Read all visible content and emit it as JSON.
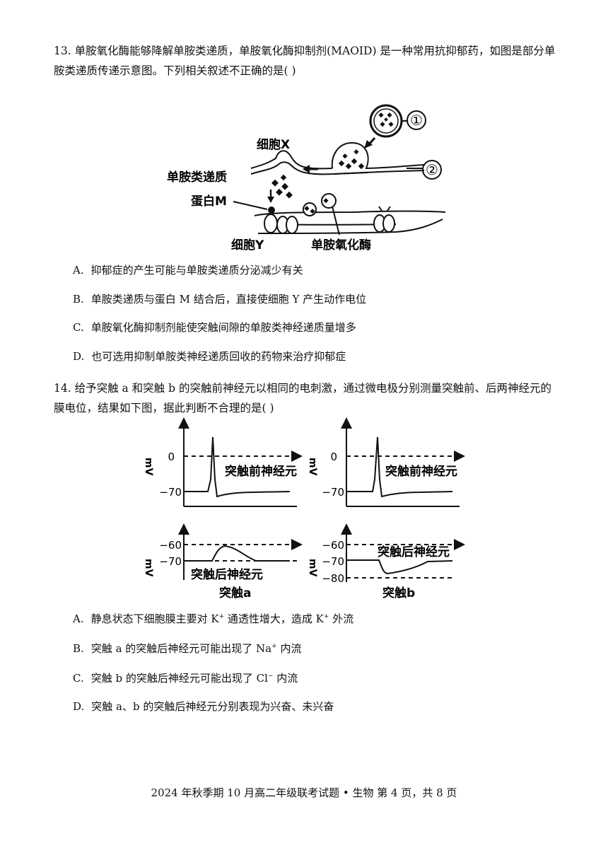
{
  "q13": {
    "text": "13. 单胺氧化酶能够降解单胺类递质，单胺氧化酶抑制剂(MAOID) 是一种常用抗抑郁药，如图是部分单胺类递质传递示意图。下列相关叙述不正确的是(      )",
    "figure": {
      "cell_x": "细胞X",
      "cell_y": "细胞Y",
      "transmitter": "单胺类递质",
      "protein_m": "蛋白M",
      "enzyme": "单胺氧化酶",
      "mark1": "①",
      "mark2": "②"
    },
    "options": [
      {
        "key": "A.",
        "text": "抑郁症的产生可能与单胺类递质分泌减少有关"
      },
      {
        "key": "B.",
        "text": "单胺类递质与蛋白 M 结合后，直接使细胞  Y 产生动作电位"
      },
      {
        "key": "C.",
        "text": "单胺氧化酶抑制剂能使突触间隙的单胺类神经递质量增多"
      },
      {
        "key": "D.",
        "text": "也可选用抑制单胺类神经递质回收的药物来治疗抑郁症"
      }
    ]
  },
  "q14": {
    "text": "14. 给予突触 a 和突触 b 的突触前神经元以相同的电刺激，通过微电极分别测量突触前、后两神经元的膜电位，结果如下图，据此判断不合理的是(      )",
    "figure": {
      "ylabel": "mV",
      "pre_label": "突触前神经元",
      "post_label": "突触后神经元",
      "synapse_a": "突触a",
      "synapse_b": "突触b",
      "tick_0": "0",
      "tick_m70": "−70",
      "tick_m60": "−60",
      "tick_m80": "−80"
    },
    "options": {
      "A": {
        "key": "A.",
        "pre": "静息状态下细胞膜主要对 K",
        "sup1": "+",
        "mid": "  通透性增大，造成 K",
        "sup2": "+",
        "post": "  外流"
      },
      "B": {
        "key": "B.",
        "pre": "突触 a 的突触后神经元可能出现了  Na",
        "sup1": "+",
        "post": "  内流"
      },
      "C": {
        "key": "C.",
        "pre": "突触 b 的突触后神经元可能出现了 Cl",
        "sup1": "−",
        "post": "  内流"
      },
      "D": {
        "key": "D.",
        "text": "突触 a、b 的突触后神经元分别表现为兴奋、未兴奋"
      }
    }
  },
  "footer": "2024 年秋季期 10 月高二年级联考试题 • 生物  第 4  页，共  8  页"
}
